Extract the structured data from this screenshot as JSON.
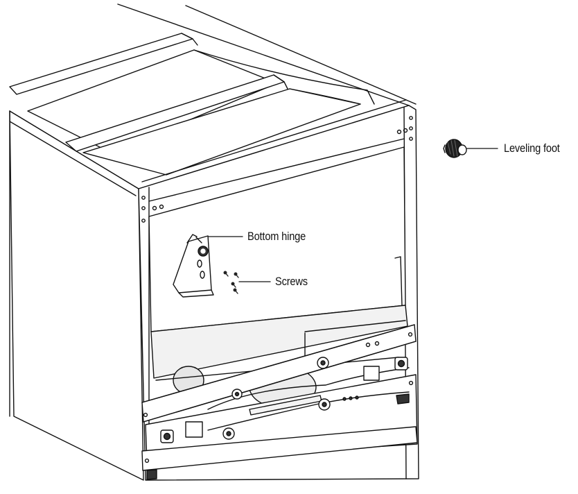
{
  "labels": {
    "bottom_hinge": "Bottom hinge",
    "screws": "Screws",
    "leveling_foot": "Leveling foot"
  },
  "colors": {
    "line": "#111111",
    "fill": "#ffffff",
    "shade": "#d9d9d9",
    "dark": "#2a2a2a"
  }
}
